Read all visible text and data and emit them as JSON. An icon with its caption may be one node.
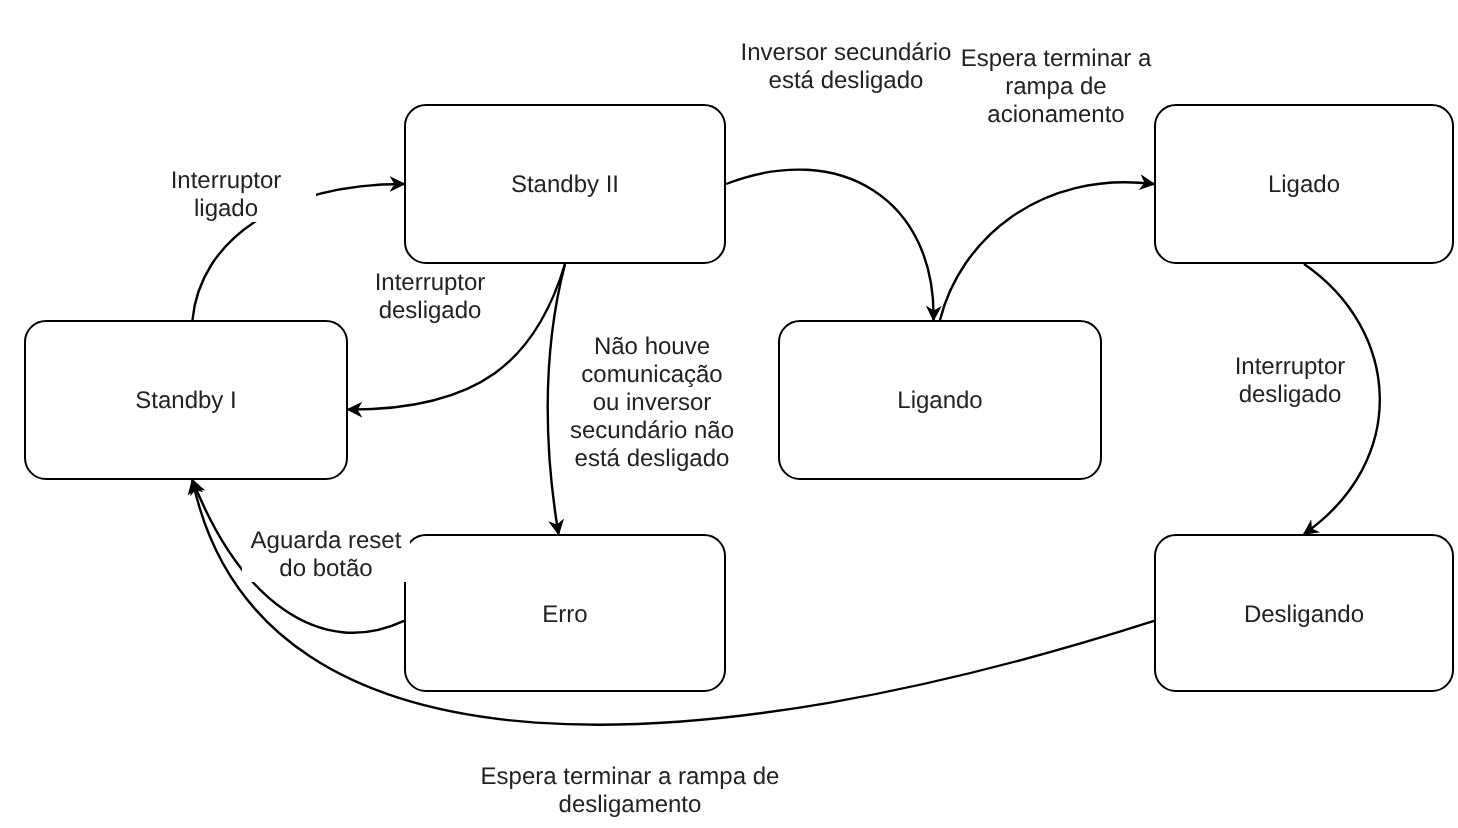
{
  "diagram": {
    "nodes": [
      {
        "text": [
          "Standby II"
        ]
      },
      {
        "text": [
          "Standby I"
        ]
      },
      {
        "text": [
          "Ligando"
        ]
      },
      {
        "text": [
          "Ligado"
        ]
      },
      {
        "text": [
          "Erro"
        ]
      },
      {
        "text": [
          "Desligando"
        ]
      }
    ],
    "edges": [
      {
        "from": 1,
        "to": 0,
        "arrow": "to",
        "label": "Interruptor ligado"
      },
      {
        "from": 0,
        "to": 1,
        "arrow": "to",
        "label": "Interruptor desligado"
      },
      {
        "from": 0,
        "to": 4,
        "arrow": "to",
        "label": "Não houve comunicação ou inversor secundário não está desligado"
      },
      {
        "from": 0,
        "to": 2,
        "arrow": "to",
        "label": "Inversor secundário está desligado"
      },
      {
        "from": 2,
        "to": 3,
        "arrow": "to",
        "label": "Espera terminar a rampa de acionamento"
      },
      {
        "from": 3,
        "to": 5,
        "arrow": "to",
        "label": "Interruptor desligado"
      },
      {
        "from": 4,
        "to": 1,
        "arrow": "to",
        "label": "Aguarda reset do botão"
      },
      {
        "from": 5,
        "to": 1,
        "arrow": "to",
        "label": "Espera terminar a rampa de desligamento"
      }
    ]
  }
}
